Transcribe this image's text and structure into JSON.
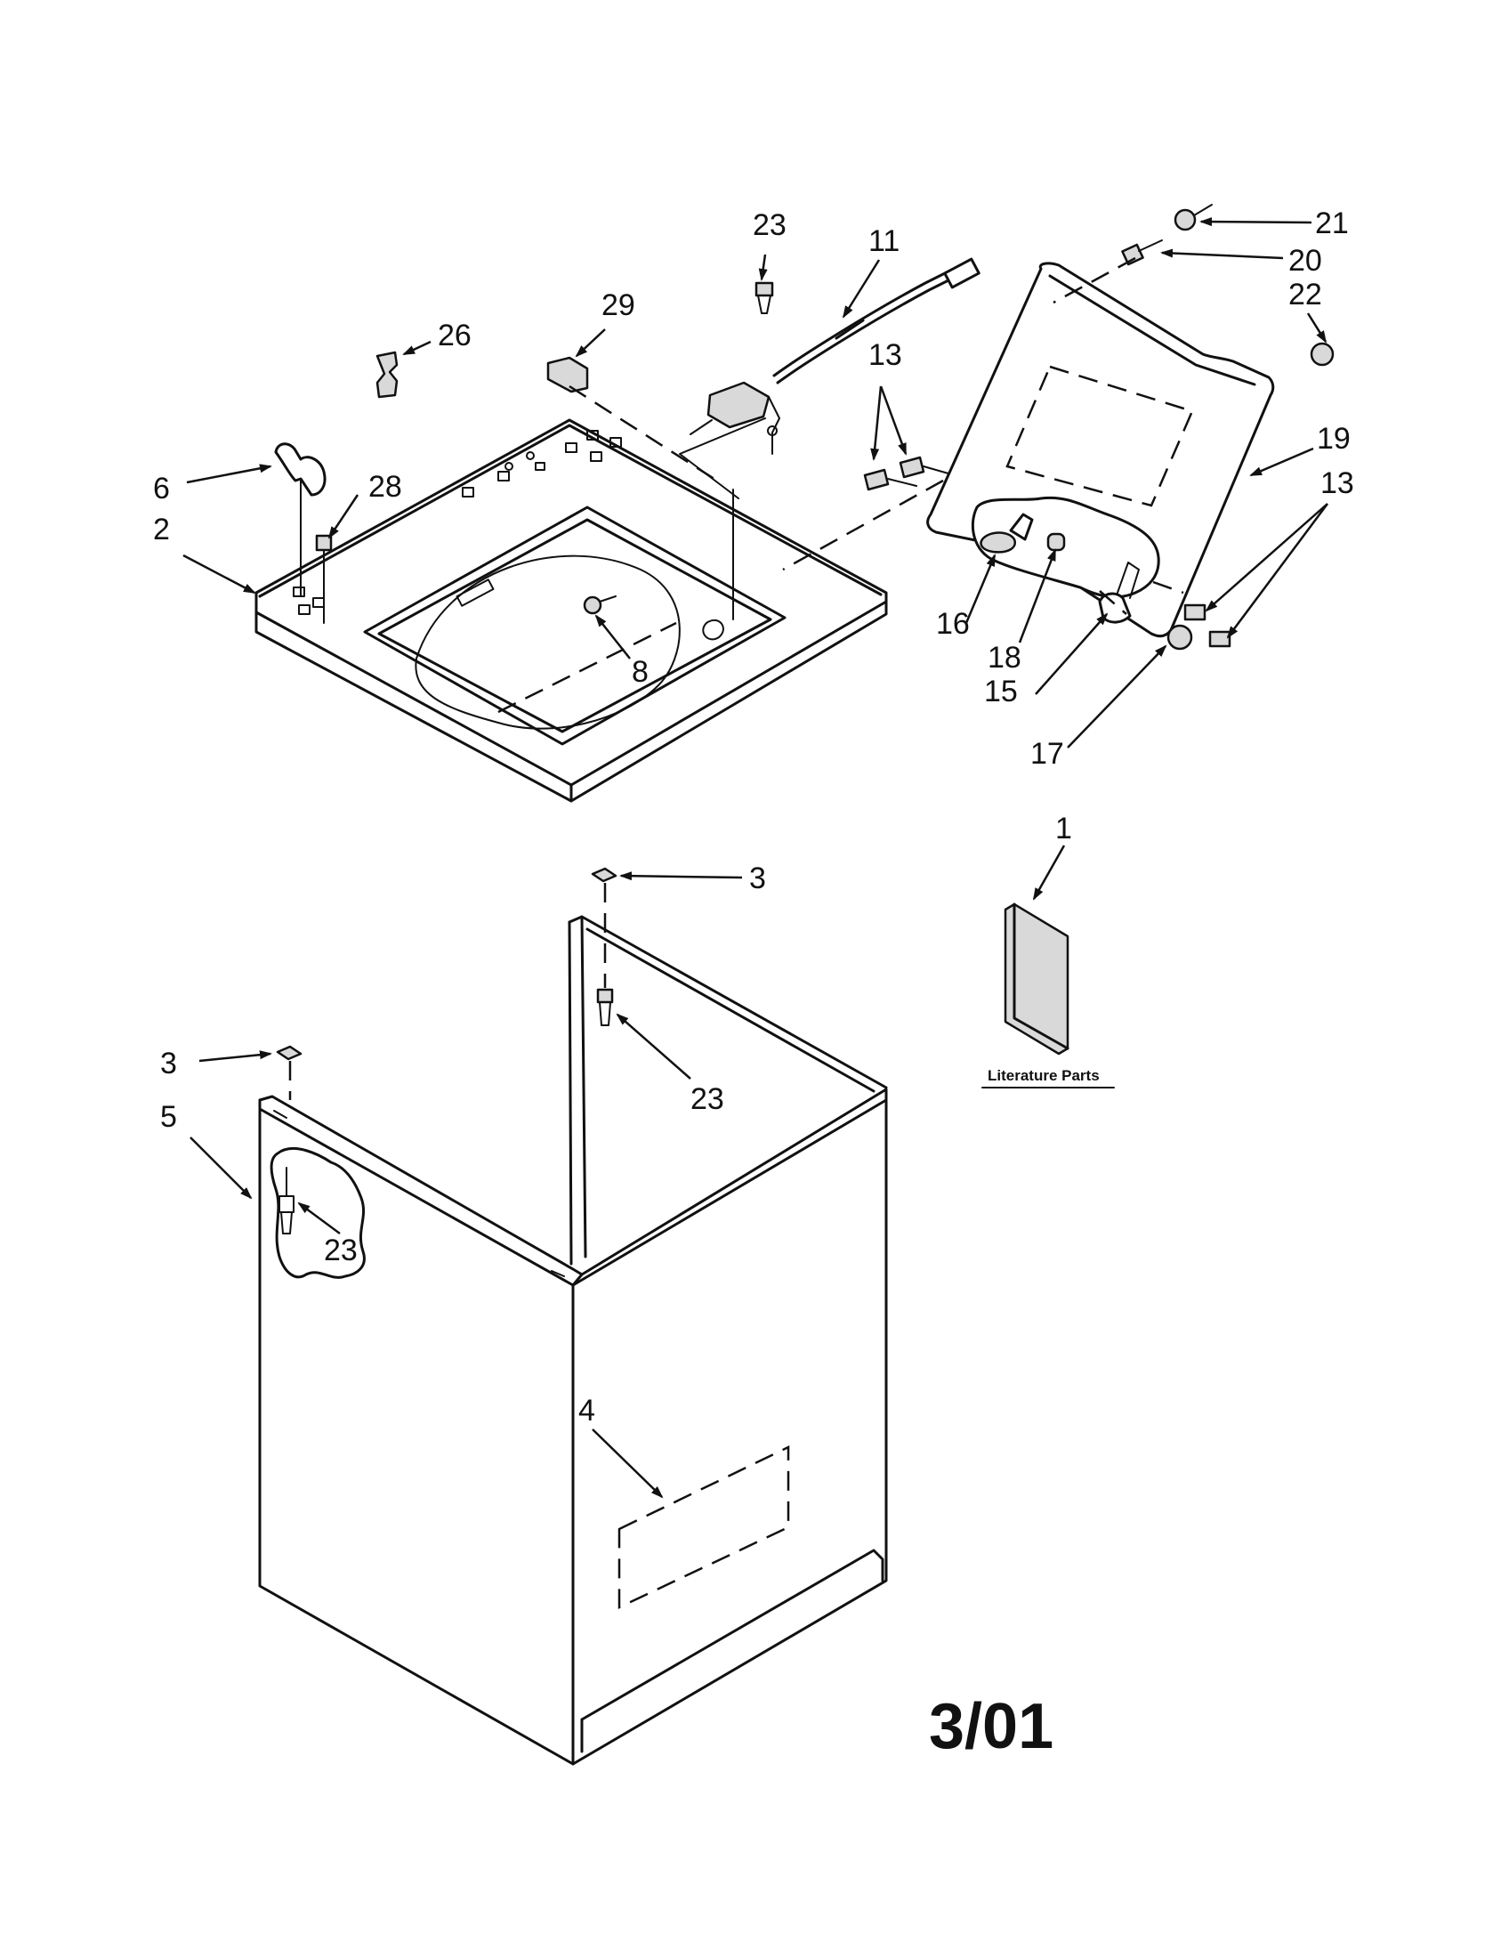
{
  "callouts": {
    "c21": "21",
    "c20": "20",
    "c22": "22",
    "c23_top": "23",
    "c11": "11",
    "c29": "29",
    "c26": "26",
    "c13_upper": "13",
    "c19": "19",
    "c13_lower": "13",
    "c6": "6",
    "c28": "28",
    "c2": "2",
    "c8": "8",
    "c16": "16",
    "c18": "18",
    "c15": "15",
    "c17": "17",
    "c1": "1",
    "c3_right": "3",
    "c3_left": "3",
    "c5": "5",
    "c23_mid": "23",
    "c23_left": "23",
    "c4": "4"
  },
  "literature_label": "Literature Parts",
  "revision_stamp": "3/01"
}
